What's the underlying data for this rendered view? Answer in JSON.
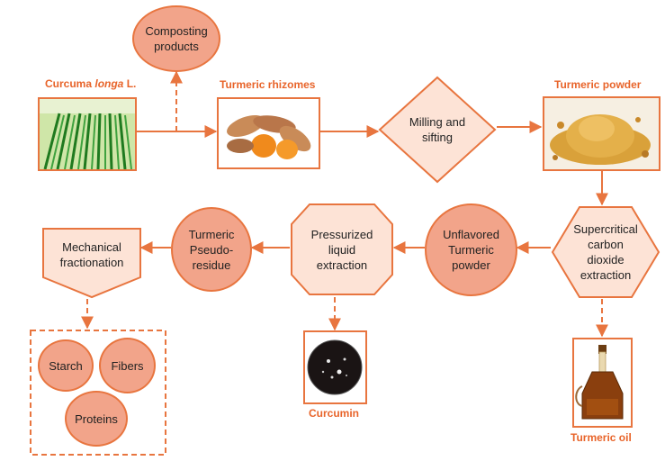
{
  "colors": {
    "accent": "#e8753f",
    "fill": "#f2a48a",
    "light_fill": "#fde3d6",
    "label": "#e8642a"
  },
  "nodes": {
    "composting": "Composting\nproducts",
    "milling": "Milling and\nsifting",
    "supercritical": "Supercritical\ncarbon\ndioxide\nextraction",
    "unflavored": "Unflavored\nTurmeric\npowder",
    "pressurized": "Pressurized\nliquid\nextraction",
    "pseudo_residue": "Turmeric\nPseudo-\nresidue",
    "mechanical": "Mechanical\nfractionation",
    "starch": "Starch",
    "fibers": "Fibers",
    "proteins": "Proteins"
  },
  "labels": {
    "curcuma_genus": "Curcuma",
    "curcuma_species": "longa",
    "curcuma_author": "L.",
    "rhizomes": "Turmeric rhizomes",
    "powder": "Turmeric powder",
    "curcumin": "Curcumin",
    "oil": "Turmeric oil"
  },
  "icons": {
    "plant": "plant-field-photo-icon",
    "rhizome": "turmeric-rhizome-photo-icon",
    "powder": "turmeric-powder-photo-icon",
    "curcumin": "curcumin-crystal-photo-icon",
    "oil": "turmeric-oil-bottle-photo-icon"
  }
}
